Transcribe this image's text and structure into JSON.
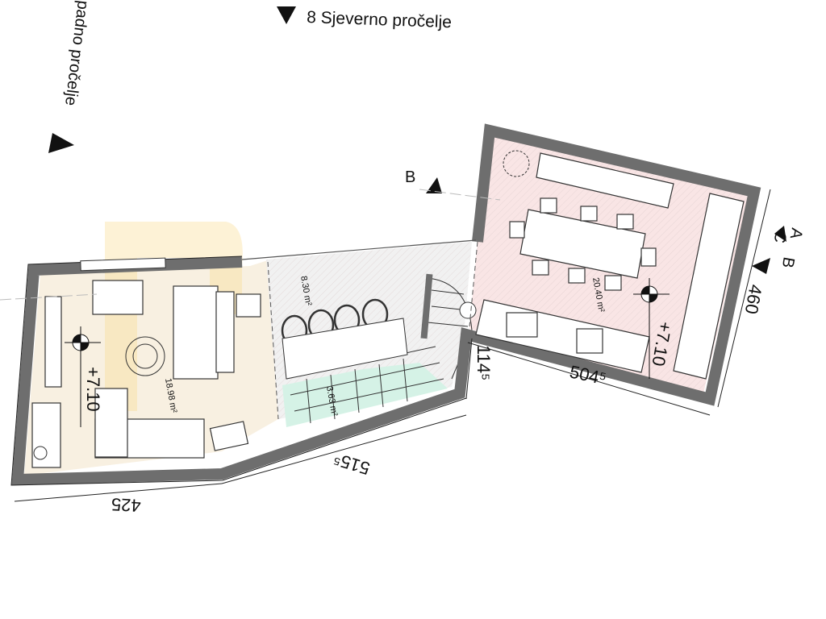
{
  "elevations": {
    "north": "8 Sjeverno pročelje",
    "west": "padno pročelje"
  },
  "section_markers": {
    "b_top": "B",
    "a_right": "A",
    "c_right": "C",
    "b_right": "B"
  },
  "rooms": [
    {
      "area": "18.98 m²",
      "level": "+7.10"
    },
    {
      "area": "8.30 m²"
    },
    {
      "area": "3.63 m²"
    },
    {
      "area": "20.40 m²",
      "level": "+7.10"
    }
  ],
  "dimensions": {
    "d1": "425",
    "d2": "515⁵",
    "d3": "114⁵",
    "d4": "504⁵",
    "d5": "460"
  },
  "colors": {
    "wall": "#6e6e6e",
    "living": "#f8f0e1",
    "hall": "#f1f1f1",
    "kitchen": "#f9e5e5",
    "stairs": "#d5f2e6"
  }
}
